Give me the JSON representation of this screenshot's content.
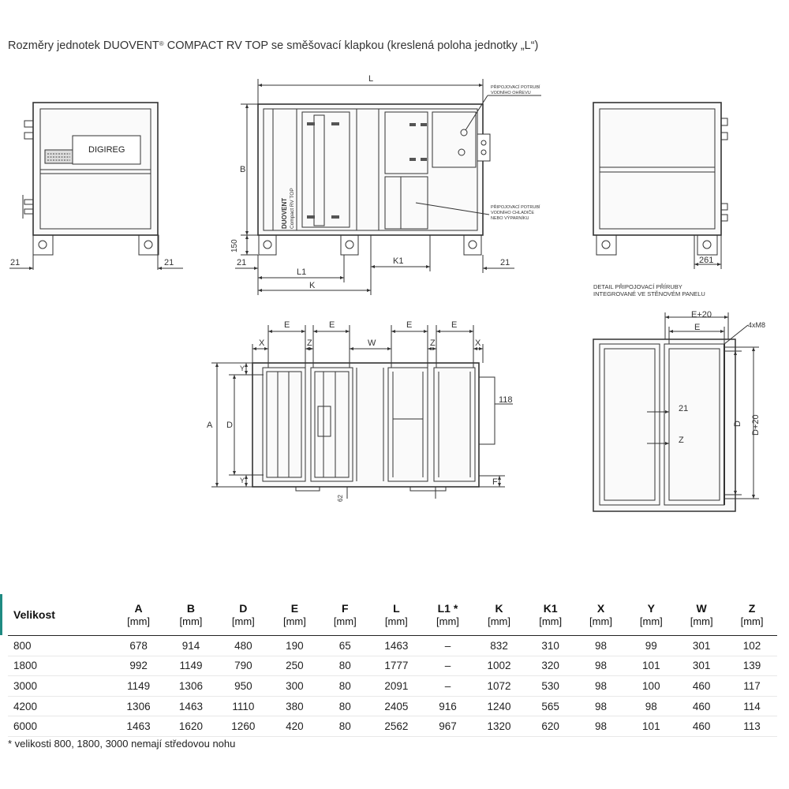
{
  "title": {
    "pre": "Rozměry jednotek DUOVENT",
    "reg": "®",
    "post": " COMPACT RV TOP se směšovací klapkou (kreslená poloha jednotky „L“)"
  },
  "labels": {
    "digireg": "DIGIREG",
    "duovent": "DUOVENT",
    "compact": "Compact RV TOP",
    "pipe_heating": [
      "PŘIPOJOVACÍ POTRUBÍ",
      "VODNÍHO OHŘEVU"
    ],
    "pipe_cooling": [
      "PŘIPOJOVACÍ POTRUBÍ",
      "VODNÍHO CHLADIČE",
      "NEBO VÝPARNÍKU"
    ],
    "detail": [
      "DETAIL PŘIPOJOVACÍ PŘÍRUBY",
      "INTEGROVANÉ VE STĚNOVÉM PANELU"
    ],
    "dim": {
      "L": "L",
      "B": "B",
      "h150": "150",
      "d21": "21",
      "L1": "L1",
      "K": "K",
      "K1": "K1",
      "d261": "261",
      "E": "E",
      "X": "X",
      "Z": "Z",
      "W": "W",
      "Y": "Y",
      "A": "A",
      "D": "D",
      "F": "F",
      "d118": "118",
      "d62": "62",
      "Eplus": "E+20",
      "Dplus": "D+20",
      "m8": "4xM8"
    }
  },
  "table": {
    "headers": [
      {
        "label": "Velikost",
        "unit": ""
      },
      {
        "label": "A",
        "unit": "[mm]"
      },
      {
        "label": "B",
        "unit": "[mm]"
      },
      {
        "label": "D",
        "unit": "[mm]"
      },
      {
        "label": "E",
        "unit": "[mm]"
      },
      {
        "label": "F",
        "unit": "[mm]"
      },
      {
        "label": "L",
        "unit": "[mm]"
      },
      {
        "label": "L1 *",
        "unit": "[mm]"
      },
      {
        "label": "K",
        "unit": "[mm]"
      },
      {
        "label": "K1",
        "unit": "[mm]"
      },
      {
        "label": "X",
        "unit": "[mm]"
      },
      {
        "label": "Y",
        "unit": "[mm]"
      },
      {
        "label": "W",
        "unit": "[mm]"
      },
      {
        "label": "Z",
        "unit": "[mm]"
      }
    ],
    "rows": [
      [
        "800",
        "678",
        "914",
        "480",
        "190",
        "65",
        "1463",
        "–",
        "832",
        "310",
        "98",
        "99",
        "301",
        "102"
      ],
      [
        "1800",
        "992",
        "1149",
        "790",
        "250",
        "80",
        "1777",
        "–",
        "1002",
        "320",
        "98",
        "101",
        "301",
        "139"
      ],
      [
        "3000",
        "1149",
        "1306",
        "950",
        "300",
        "80",
        "2091",
        "–",
        "1072",
        "530",
        "98",
        "100",
        "460",
        "117"
      ],
      [
        "4200",
        "1306",
        "1463",
        "1110",
        "380",
        "80",
        "2405",
        "916",
        "1240",
        "565",
        "98",
        "98",
        "460",
        "114"
      ],
      [
        "6000",
        "1463",
        "1620",
        "1260",
        "420",
        "80",
        "2562",
        "967",
        "1320",
        "620",
        "98",
        "101",
        "460",
        "113"
      ]
    ]
  },
  "footnote": "* velikosti 800, 1800, 3000 nemají středovou nohu",
  "colors": {
    "line": "#333333",
    "accent": "#1f8a82",
    "panel": "#f2f2f2"
  }
}
